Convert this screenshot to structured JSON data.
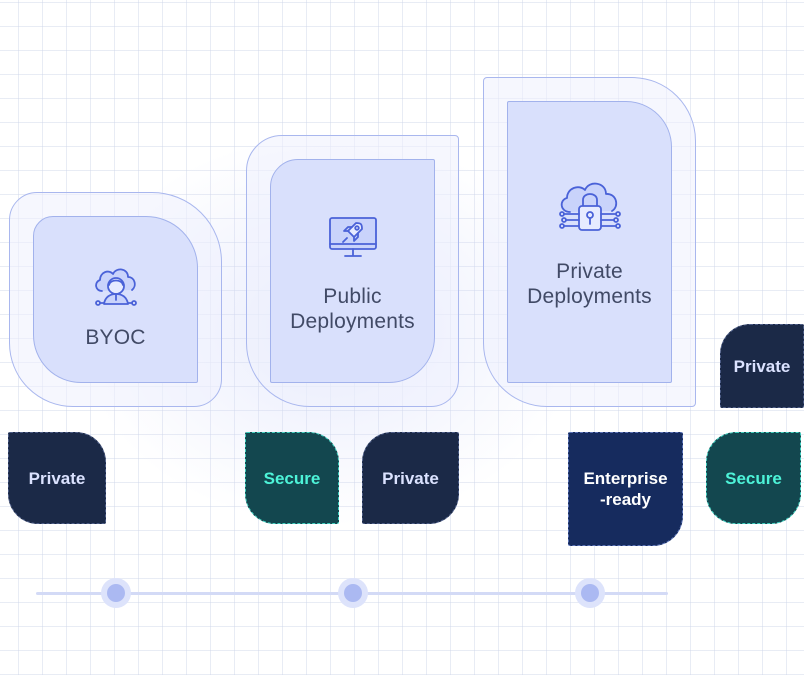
{
  "cards": [
    {
      "label": "BYOC",
      "icon": "cloud-user-icon"
    },
    {
      "label": "Public\nDeployments",
      "icon": "monitor-rocket-icon"
    },
    {
      "label": "Private\nDeployments",
      "icon": "cloud-lock-icon"
    }
  ],
  "tags": [
    {
      "label": "Private",
      "style": "dark"
    },
    {
      "label": "Secure",
      "style": "teal"
    },
    {
      "label": "Private",
      "style": "dark"
    },
    {
      "label": "Enterprise\n-ready",
      "style": "navy"
    },
    {
      "label": "Secure",
      "style": "teal"
    },
    {
      "label": "Private",
      "style": "dark"
    }
  ],
  "timeline": {
    "stops": 3
  },
  "colors": {
    "card_fill": "#d9e0fc",
    "card_border": "#a2b2ec",
    "tag_dark": "#1b2947",
    "tag_teal": "#13474f",
    "tag_teal_text": "#4df3d8",
    "tag_navy": "#162b5e",
    "icon_stroke": "#4a62d8"
  }
}
